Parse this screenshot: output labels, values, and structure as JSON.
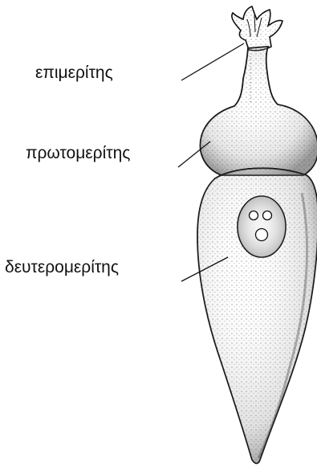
{
  "diagram": {
    "labels": {
      "epimerite": "επιμερίτης",
      "protomerite": "πρωτομερίτης",
      "deutomerite": "δευτερομερίτης"
    },
    "colors": {
      "ink": "#111111",
      "stipple": "#555555",
      "background": "#ffffff"
    }
  }
}
